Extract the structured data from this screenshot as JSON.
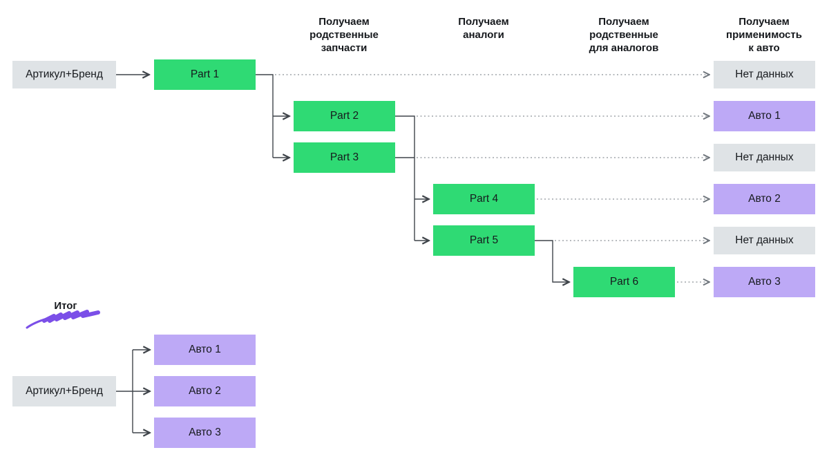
{
  "colors": {
    "part_box_green": "#2fda74",
    "auto_box_purple": "#bda9f6",
    "neutral_box_gray": "#dfe3e6",
    "scribble_purple": "#7b4fe8",
    "text": "#16191d",
    "solid_line": "#3f444a",
    "dotted_line": "#8b9096",
    "background": "#ffffff"
  },
  "stage_headers": [
    {
      "label": "Получаем\nродственные\nзапчасти"
    },
    {
      "label": "Получаем\nаналоги"
    },
    {
      "label": "Получаем\nродственные\nдля аналогов"
    },
    {
      "label": "Получаем\nприменимость\nк авто"
    }
  ],
  "pipeline": {
    "source": {
      "label": "Артикул+Бренд"
    },
    "parts": [
      {
        "label": "Part 1"
      },
      {
        "label": "Part 2"
      },
      {
        "label": "Part 3"
      },
      {
        "label": "Part 4"
      },
      {
        "label": "Part 5"
      },
      {
        "label": "Part 6"
      }
    ],
    "results": [
      {
        "label": "Нет данных",
        "type": "empty"
      },
      {
        "label": "Авто 1",
        "type": "auto"
      },
      {
        "label": "Нет данных",
        "type": "empty"
      },
      {
        "label": "Авто 2",
        "type": "auto"
      },
      {
        "label": "Нет данных",
        "type": "empty"
      },
      {
        "label": "Авто 3",
        "type": "auto"
      }
    ]
  },
  "summary": {
    "title": "Итог",
    "source": {
      "label": "Артикул+Бренд"
    },
    "results": [
      {
        "label": "Авто 1"
      },
      {
        "label": "Авто 2"
      },
      {
        "label": "Авто 3"
      }
    ]
  }
}
